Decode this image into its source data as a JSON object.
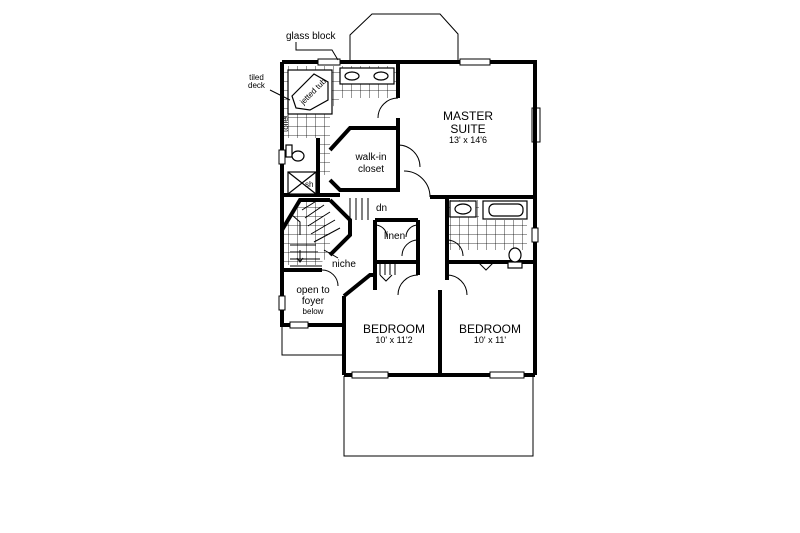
{
  "labels": {
    "glass_block": "glass block",
    "tiled_deck": "tiled\ndeck",
    "tub": "jetted tub",
    "toilet": "toilet",
    "shower": "sh",
    "master_suite_line1": "MASTER",
    "master_suite_line2": "SUITE",
    "master_suite_dim": "13' x 14'6",
    "walk_in_line1": "walk-in",
    "walk_in_line2": "closet",
    "down": "dn",
    "linen": "linen",
    "niche": "niche",
    "open_line1": "open to",
    "open_line2": "foyer",
    "open_line3": "below",
    "bedroom_left": "BEDROOM",
    "bedroom_left_dim": "10' x 11'2",
    "bedroom_right": "BEDROOM",
    "bedroom_right_dim": "10' x 11'"
  },
  "colors": {
    "wall": "#000000",
    "tile": "#000000",
    "background": "#ffffff"
  }
}
